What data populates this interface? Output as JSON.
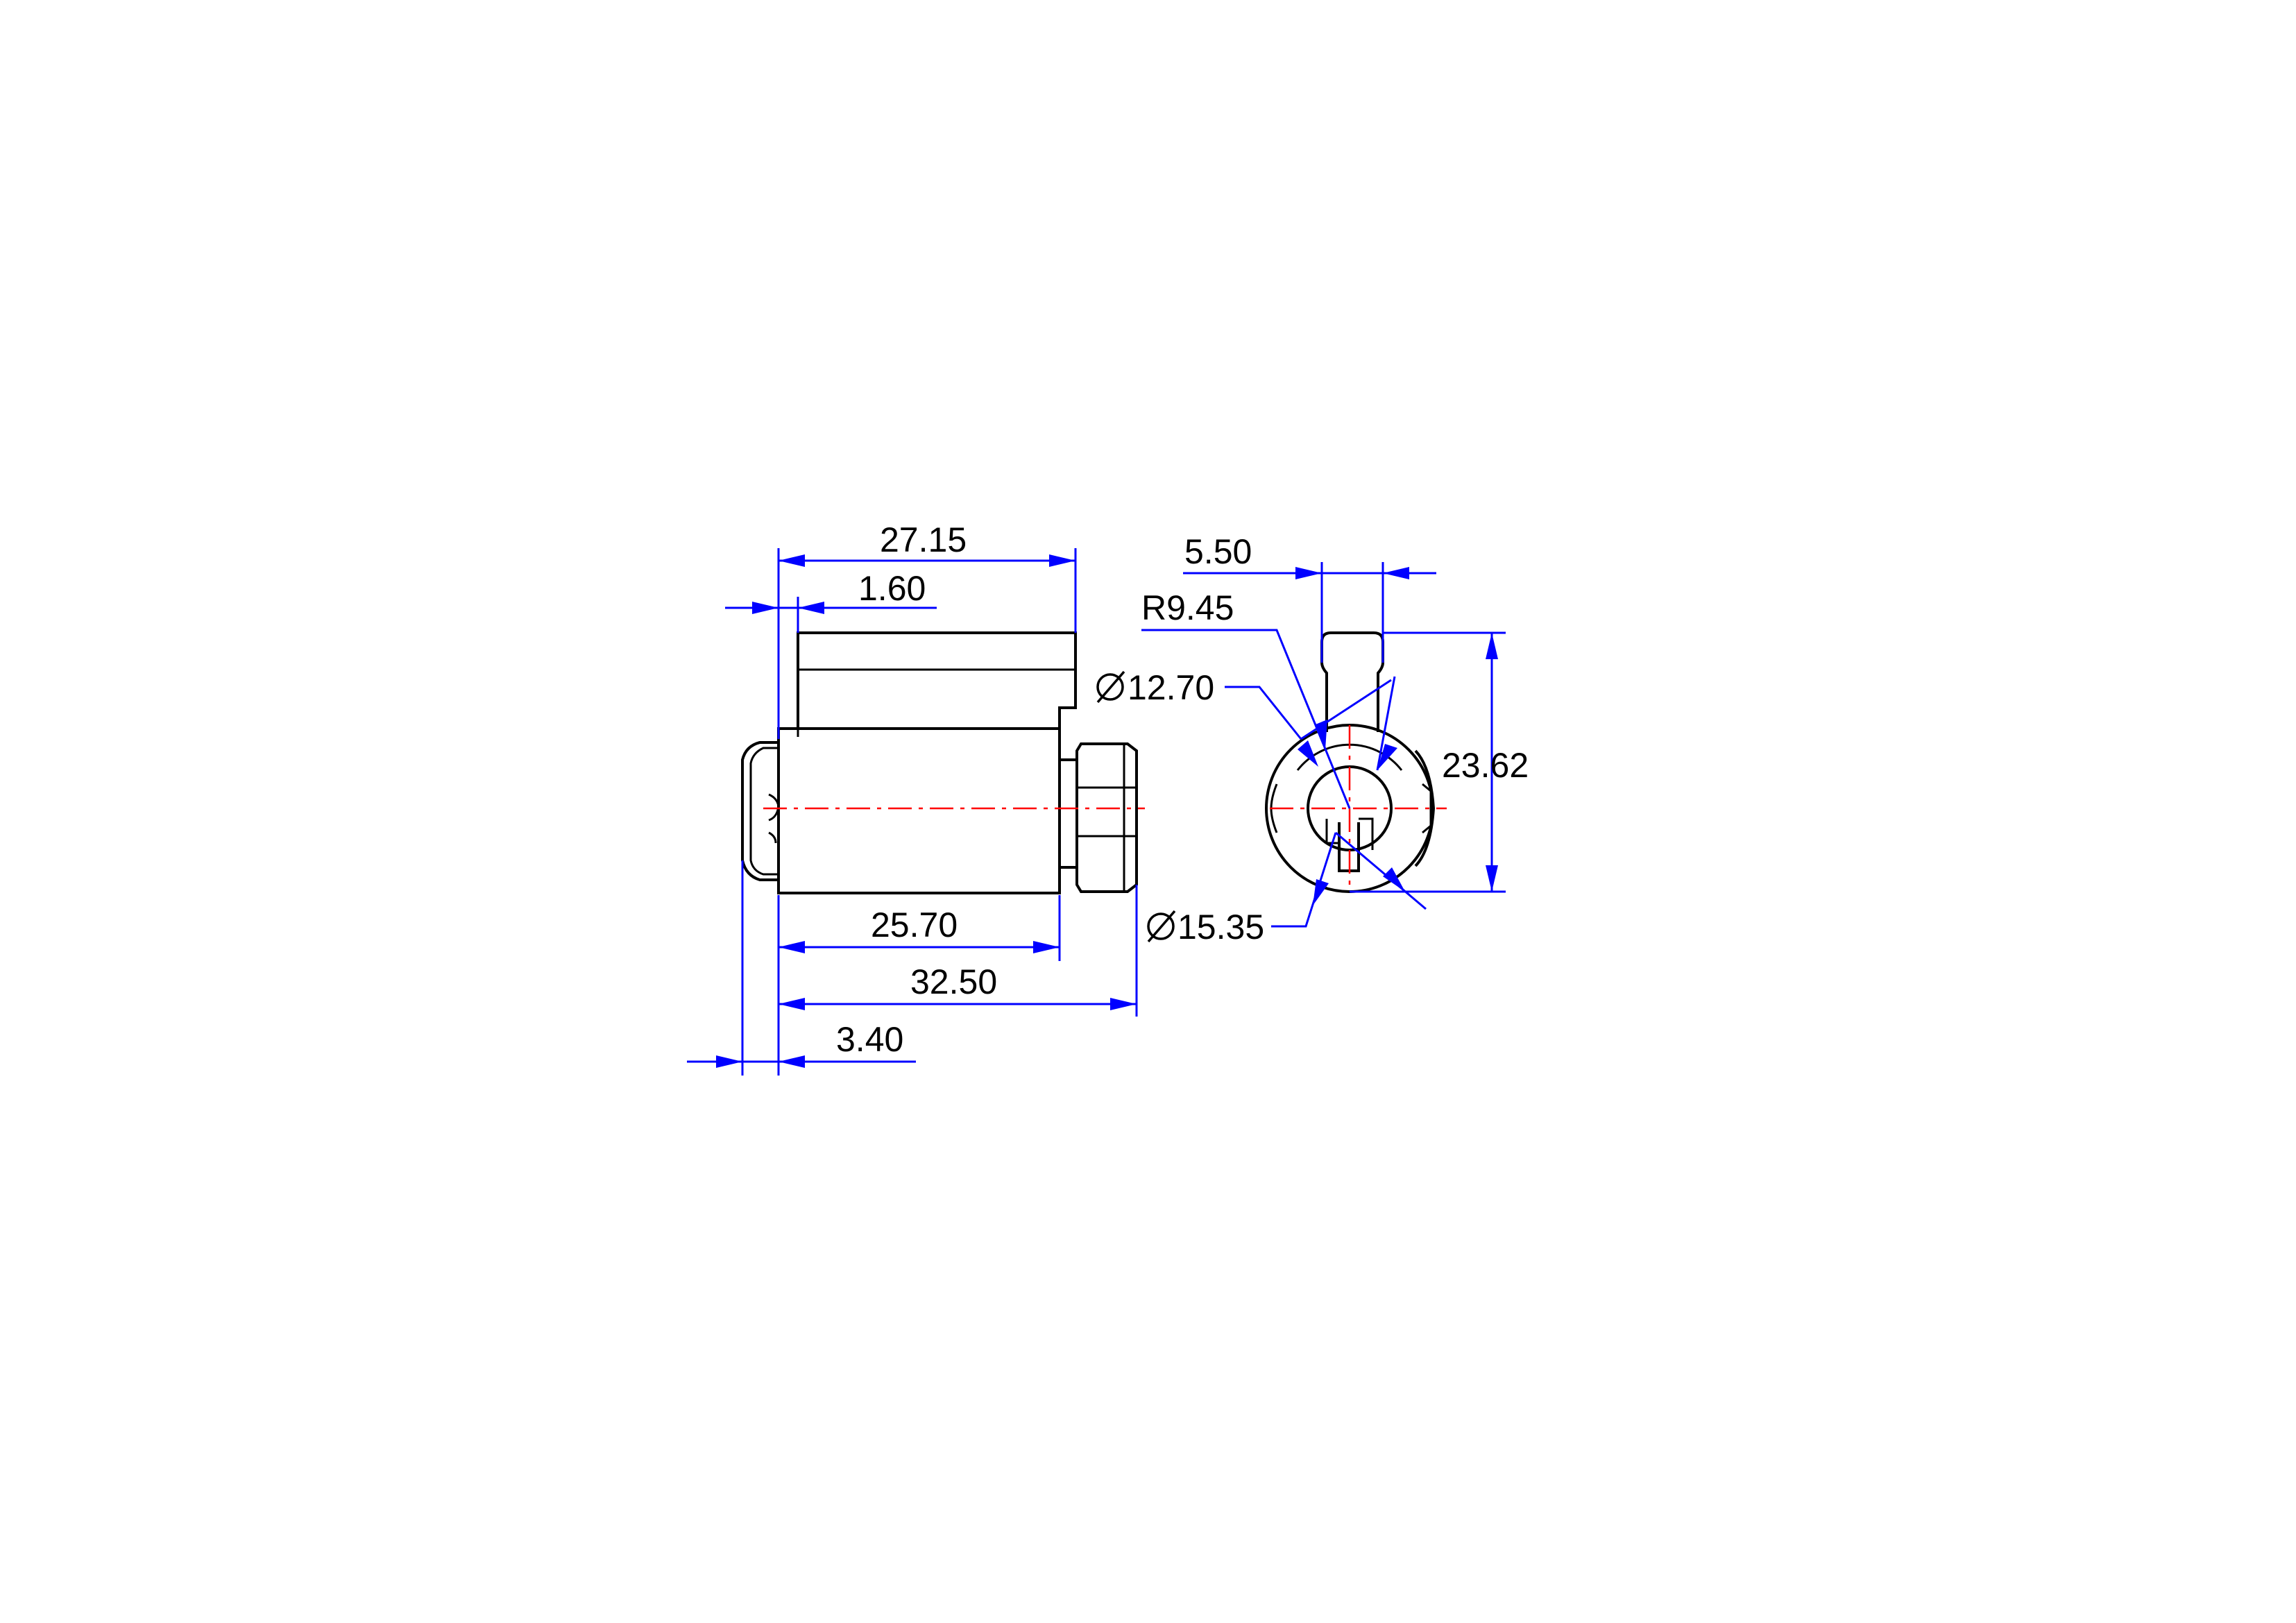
{
  "dimensions": {
    "d_27_15": "27.15",
    "d_1_60": "1.60",
    "d_25_70": "25.70",
    "d_32_50": "32.50",
    "d_3_40": "3.40",
    "d_5_50": "5.50",
    "d_r9_45": "R9.45",
    "d_dia_12_70": "12.70",
    "d_23_62": "23.62",
    "d_dia_15_35": "15.35"
  },
  "colors": {
    "object_lines": "#000000",
    "dimension_lines": "#0000ff",
    "center_lines": "#ff0000",
    "background": "#ffffff"
  }
}
